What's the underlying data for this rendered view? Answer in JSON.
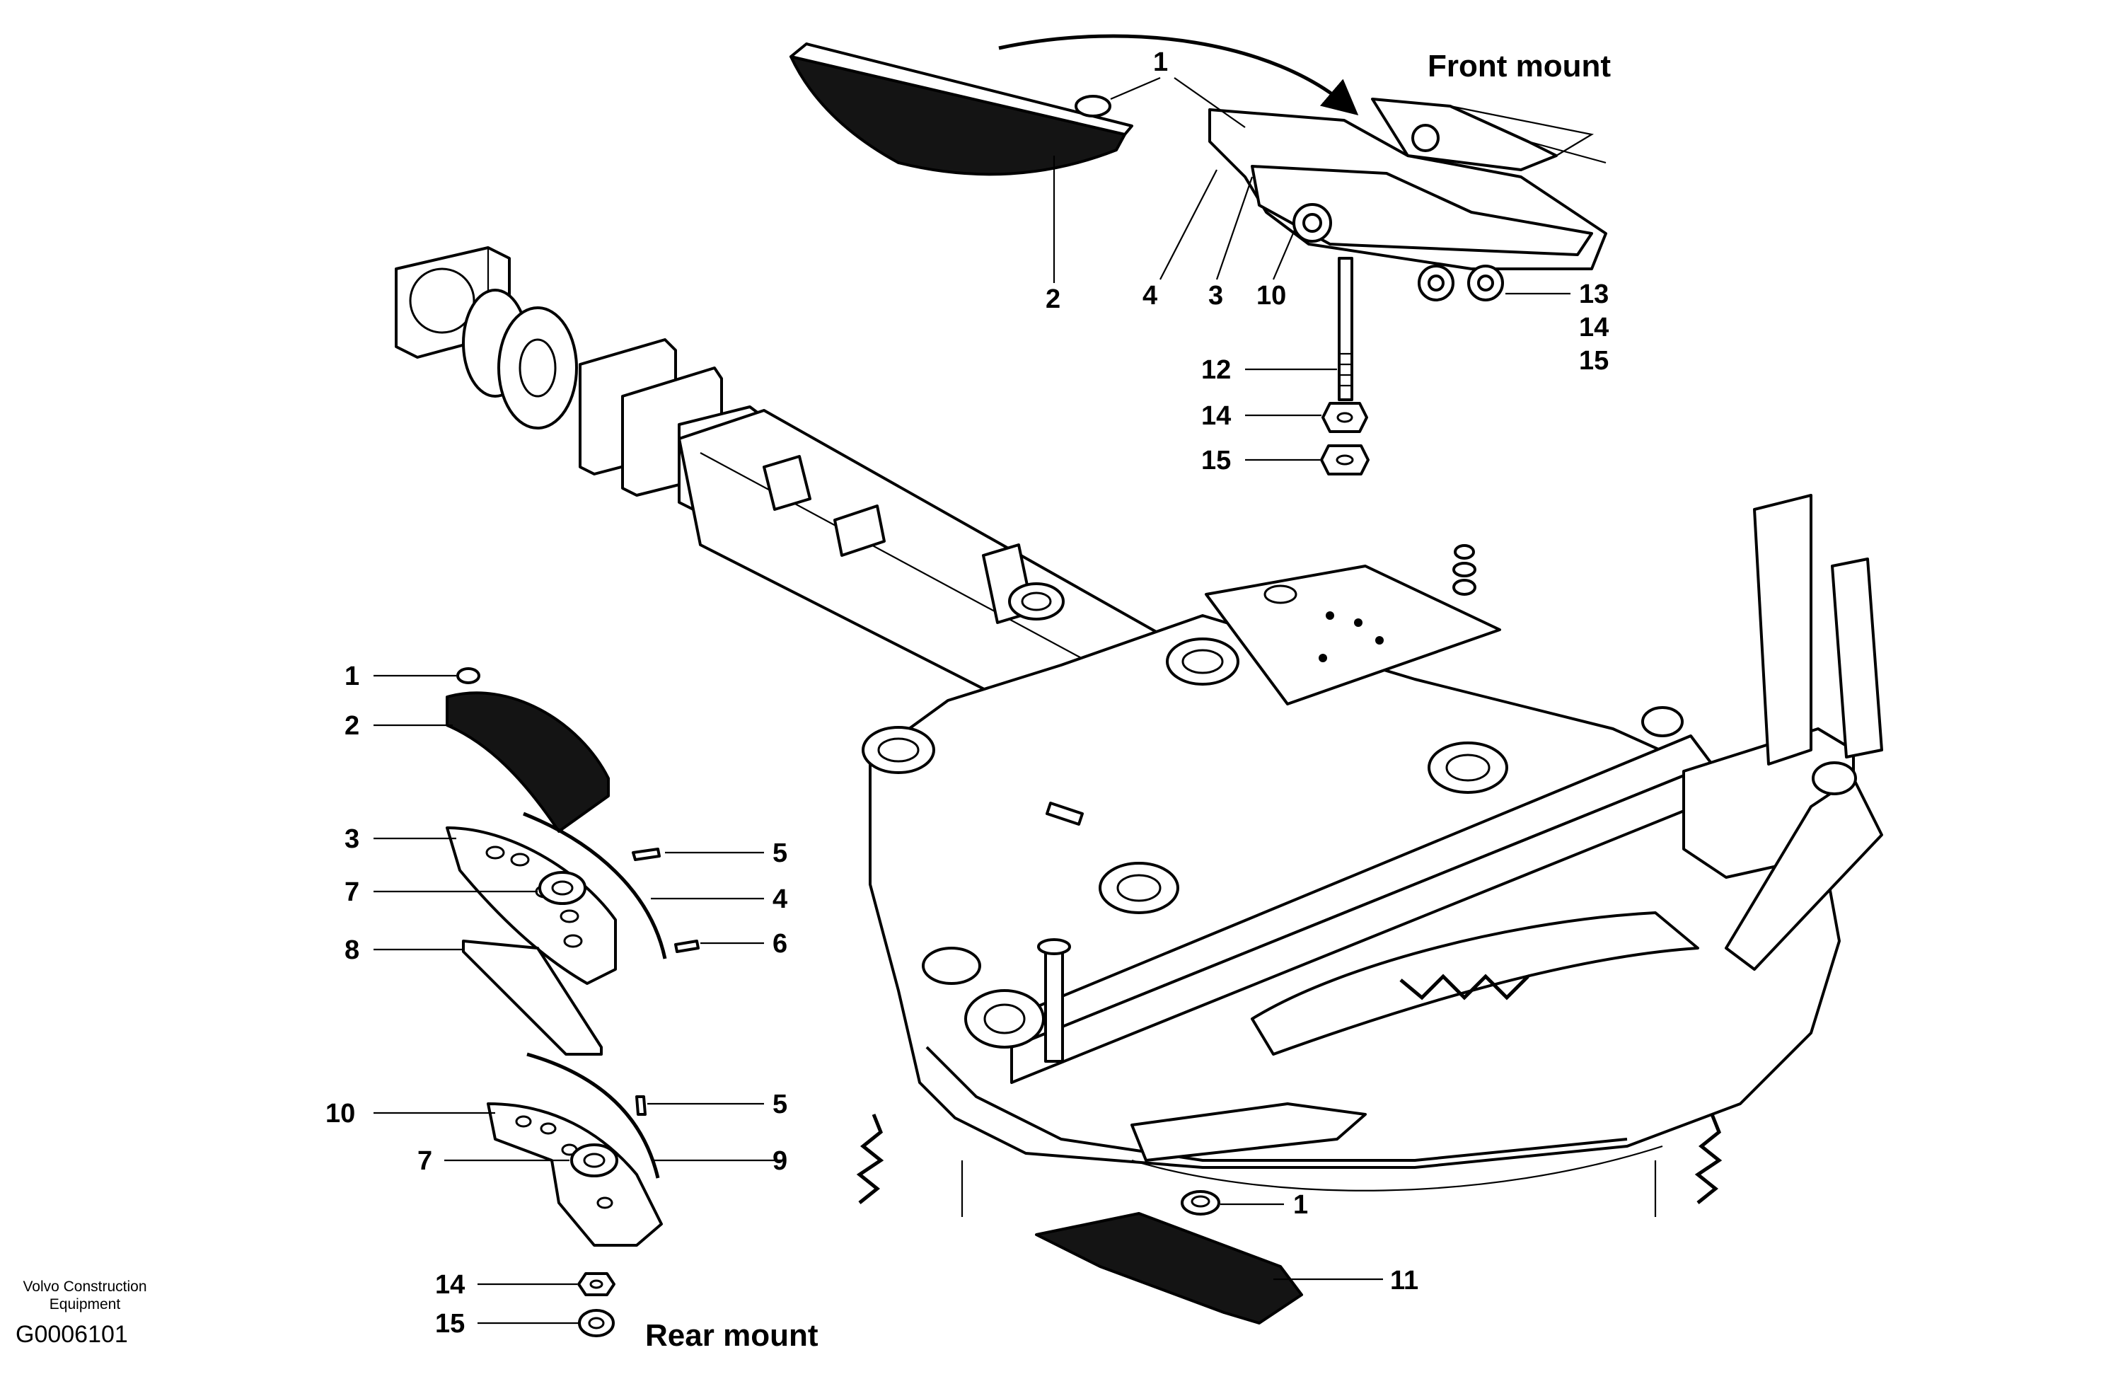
{
  "headings": {
    "front_mount": "Front mount",
    "rear_mount": "Rear mount"
  },
  "footer": {
    "company_line1": "Volvo Construction",
    "company_line2": "Equipment",
    "drawing_id": "G0006101"
  },
  "front_callouts": [
    {
      "id": "f1",
      "label": "1"
    },
    {
      "id": "f2",
      "label": "2"
    },
    {
      "id": "f4",
      "label": "4"
    },
    {
      "id": "f3",
      "label": "3"
    },
    {
      "id": "f10",
      "label": "10"
    },
    {
      "id": "f13",
      "label": "13"
    },
    {
      "id": "f14a",
      "label": "14"
    },
    {
      "id": "f15a",
      "label": "15"
    },
    {
      "id": "f12",
      "label": "12"
    },
    {
      "id": "f14b",
      "label": "14"
    },
    {
      "id": "f15b",
      "label": "15"
    }
  ],
  "rear_callouts": [
    {
      "id": "r1",
      "label": "1"
    },
    {
      "id": "r2",
      "label": "2"
    },
    {
      "id": "r3",
      "label": "3"
    },
    {
      "id": "r7a",
      "label": "7"
    },
    {
      "id": "r8",
      "label": "8"
    },
    {
      "id": "r5a",
      "label": "5"
    },
    {
      "id": "r4",
      "label": "4"
    },
    {
      "id": "r6",
      "label": "6"
    },
    {
      "id": "r10",
      "label": "10"
    },
    {
      "id": "r7b",
      "label": "7"
    },
    {
      "id": "r5b",
      "label": "5"
    },
    {
      "id": "r9",
      "label": "9"
    },
    {
      "id": "r14",
      "label": "14"
    },
    {
      "id": "r15",
      "label": "15"
    }
  ],
  "frame_callouts": [
    {
      "id": "c1",
      "label": "1"
    },
    {
      "id": "c11",
      "label": "11"
    }
  ]
}
